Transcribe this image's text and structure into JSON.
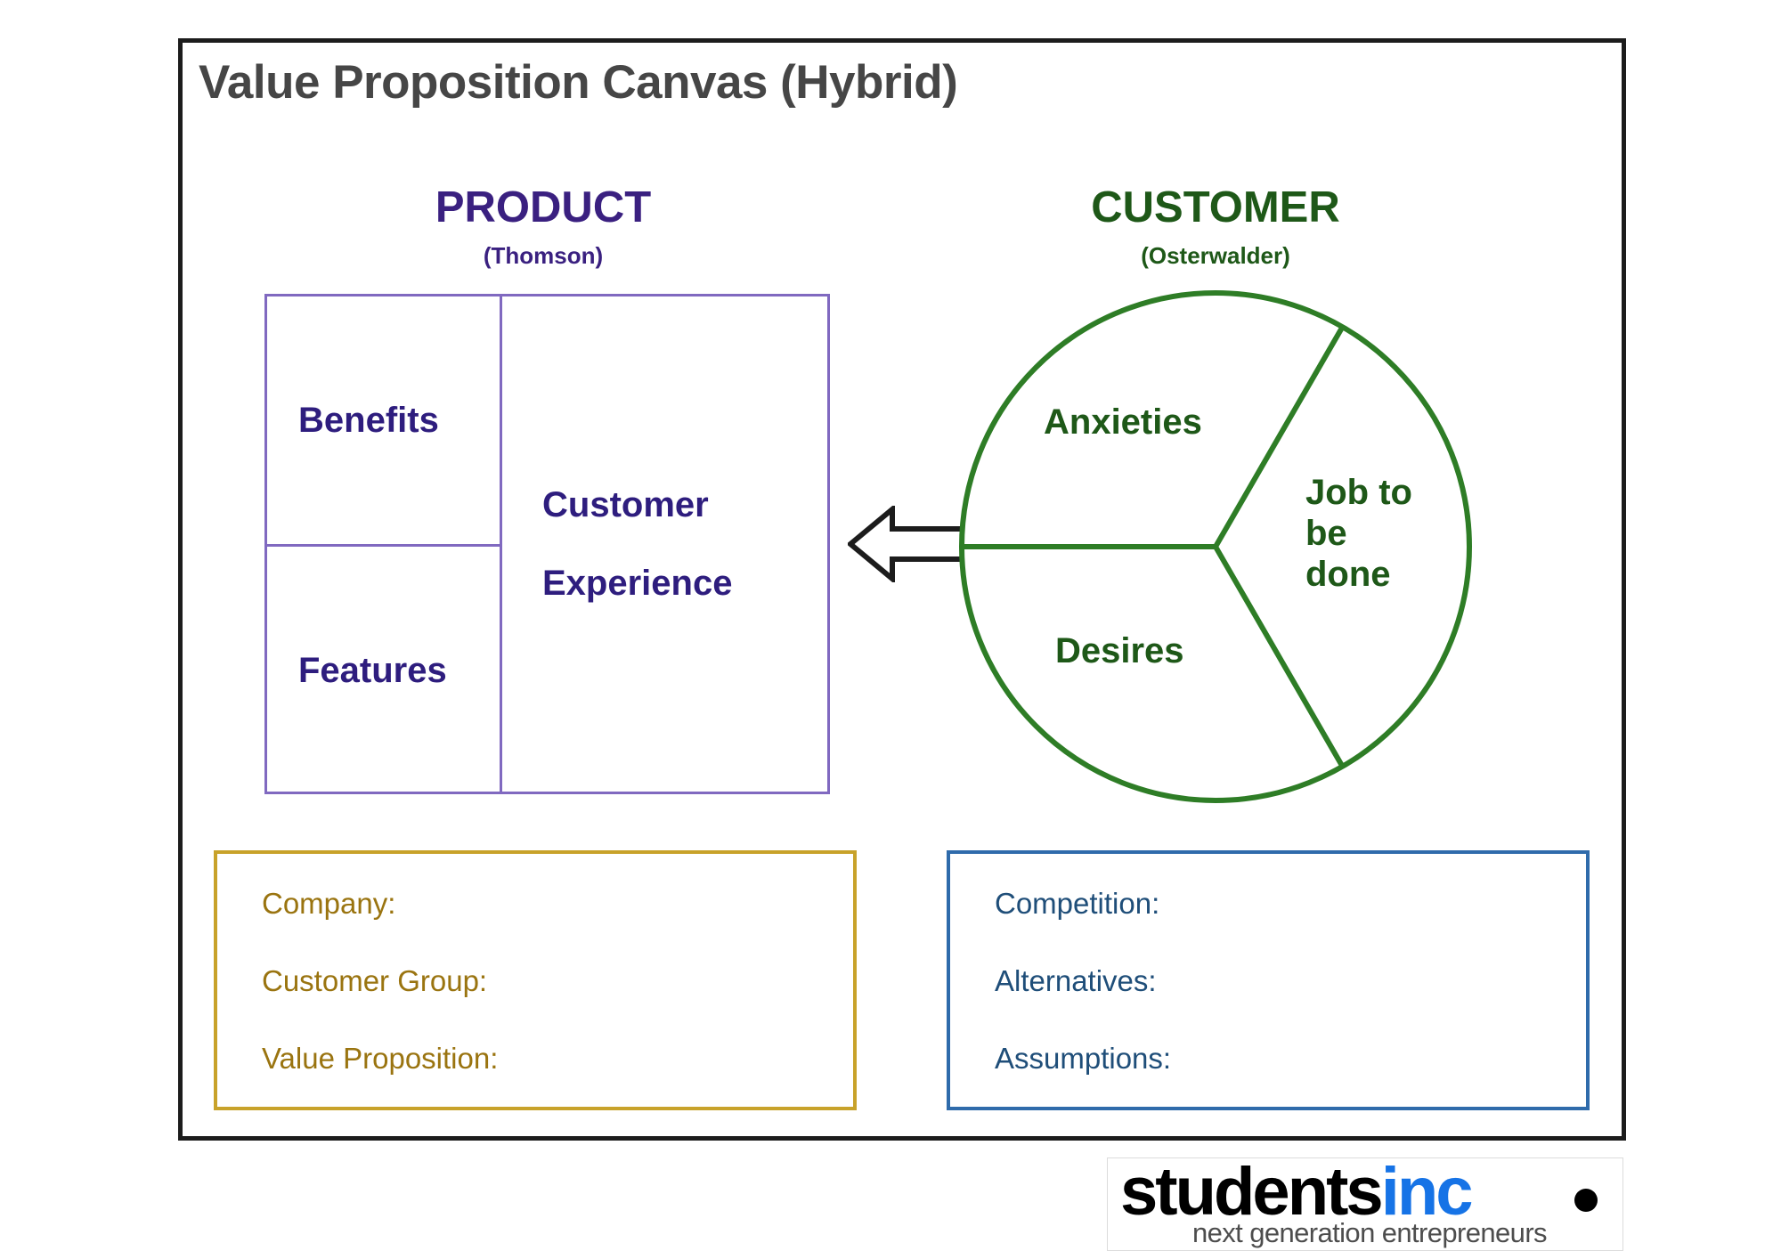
{
  "page": {
    "title": "Value Proposition Canvas (Hybrid)",
    "frame_color": "#1c1c1c",
    "title_color": "#464646"
  },
  "product": {
    "heading": "PRODUCT",
    "subtitle": "(Thomson)",
    "color": "#3a2080",
    "border_color": "#8069c0",
    "cells": {
      "benefits": "Benefits",
      "features": "Features",
      "experience_line1": "Customer",
      "experience_line2": "Experience"
    }
  },
  "customer": {
    "heading": "CUSTOMER",
    "subtitle": "(Osterwalder)",
    "color": "#1e5818",
    "circle_color": "#2e7d26",
    "segments": [
      {
        "label": "Anxieties"
      },
      {
        "label": "Desires"
      },
      {
        "label": "Job to be done"
      }
    ],
    "segment_labels": {
      "anxieties": "Anxieties",
      "desires": "Desires",
      "job_line1": "Job to",
      "job_line2": "be",
      "job_line3": "done"
    }
  },
  "arrow": {
    "icon": "left-arrow-icon",
    "direction": "left",
    "stroke_color": "#1c1c1c"
  },
  "company_box": {
    "border_color": "#c8a22a",
    "text_color": "#9a7410",
    "fields": [
      "Company:",
      "Customer Group:",
      "Value Proposition:"
    ]
  },
  "competition_box": {
    "border_color": "#2f6bab",
    "text_color": "#1f4e79",
    "fields": [
      "Competition:",
      "Alternatives:",
      "Assumptions:"
    ]
  },
  "logo": {
    "word_black": "students",
    "word_blue": "inc",
    "tagline": "next generation entrepreneurs",
    "black": "#000000",
    "blue": "#1673e6"
  }
}
